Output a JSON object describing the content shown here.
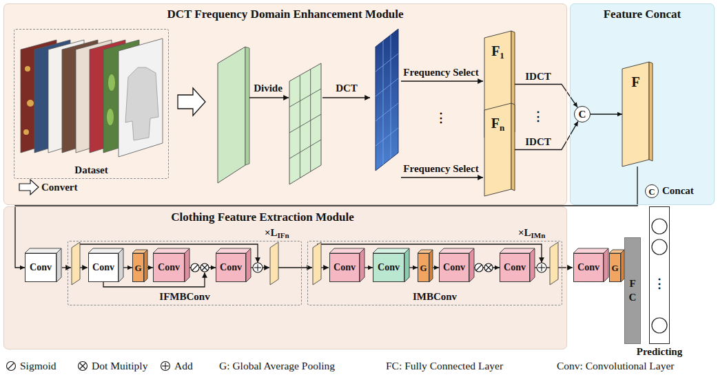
{
  "diagram": {
    "nodes": [
      {
        "text": [
          "DCT Frequency Domain Enhancement Module"
        ]
      },
      {
        "text": [
          "Dataset"
        ],
        "in": 0
      },
      {
        "text": [
          "F",
          "1"
        ],
        "in": 0
      },
      {
        "text": [
          "F",
          "n"
        ],
        "in": 0
      },
      {
        "text": [
          "Feature Concat"
        ]
      },
      {
        "text": [
          "C"
        ],
        "in": 4
      },
      {
        "text": [
          "F"
        ],
        "in": 4
      },
      {
        "text": [
          "C"
        ],
        "in": 4
      },
      {
        "text": [
          "Clothing Feature Extraction Module"
        ]
      },
      {
        "text": [
          "Conv"
        ],
        "in": 8
      },
      {
        "text": [
          "IFMBConv"
        ],
        "in": 8
      },
      {
        "text": [
          "Conv"
        ],
        "in": 10
      },
      {
        "text": [
          "G"
        ],
        "in": 10
      },
      {
        "text": [
          "Conv"
        ],
        "in": 10
      },
      {
        "text": [
          "Conv"
        ],
        "in": 10
      },
      {
        "text": [
          "IMBConv"
        ],
        "in": 8
      },
      {
        "text": [
          "Conv"
        ],
        "in": 15
      },
      {
        "text": [
          "Conv"
        ],
        "in": 15
      },
      {
        "text": [
          "G"
        ],
        "in": 15
      },
      {
        "text": [
          "Conv"
        ],
        "in": 15
      },
      {
        "text": [
          "Conv"
        ],
        "in": 15
      },
      {
        "text": [
          "Conv"
        ]
      },
      {
        "text": [
          "G"
        ]
      },
      {
        "text": [
          "F C"
        ]
      },
      {
        "text": [
          "⋮",
          "Predicting"
        ]
      }
    ],
    "edges": [
      {
        "from": 2,
        "to": 5,
        "label": "IDCT",
        "arrow": "to"
      },
      {
        "from": 3,
        "to": 5,
        "label": "IDCT",
        "arrow": "to"
      },
      {
        "from": 5,
        "to": 6,
        "arrow": "to"
      },
      {
        "from": 6,
        "to": 9,
        "arrow": "to"
      },
      {
        "from": 11,
        "to": 12,
        "arrow": "to"
      },
      {
        "from": 12,
        "to": 13,
        "arrow": "to"
      },
      {
        "from": 13,
        "to": 14,
        "arrow": "to"
      },
      {
        "from": 16,
        "to": 17,
        "arrow": "to"
      },
      {
        "from": 17,
        "to": 18,
        "arrow": "to"
      },
      {
        "from": 18,
        "to": 19,
        "arrow": "to"
      },
      {
        "from": 19,
        "to": 20,
        "arrow": "to"
      }
    ],
    "labels": [
      "Convert",
      "Divide",
      "DCT",
      "Frequency Select",
      "⋮",
      "Frequency Select",
      "⋮",
      "Concat",
      "×L",
      "IFn",
      "×L",
      "IMn",
      "G: Global Average Pooling",
      "FC: Fully Connected Layer",
      "Conv: Convolutional Layer"
    ],
    "legend": [
      {
        "text": "Sigmoid"
      },
      {
        "text": "Dot Muitiply"
      },
      {
        "text": "Add"
      }
    ]
  }
}
